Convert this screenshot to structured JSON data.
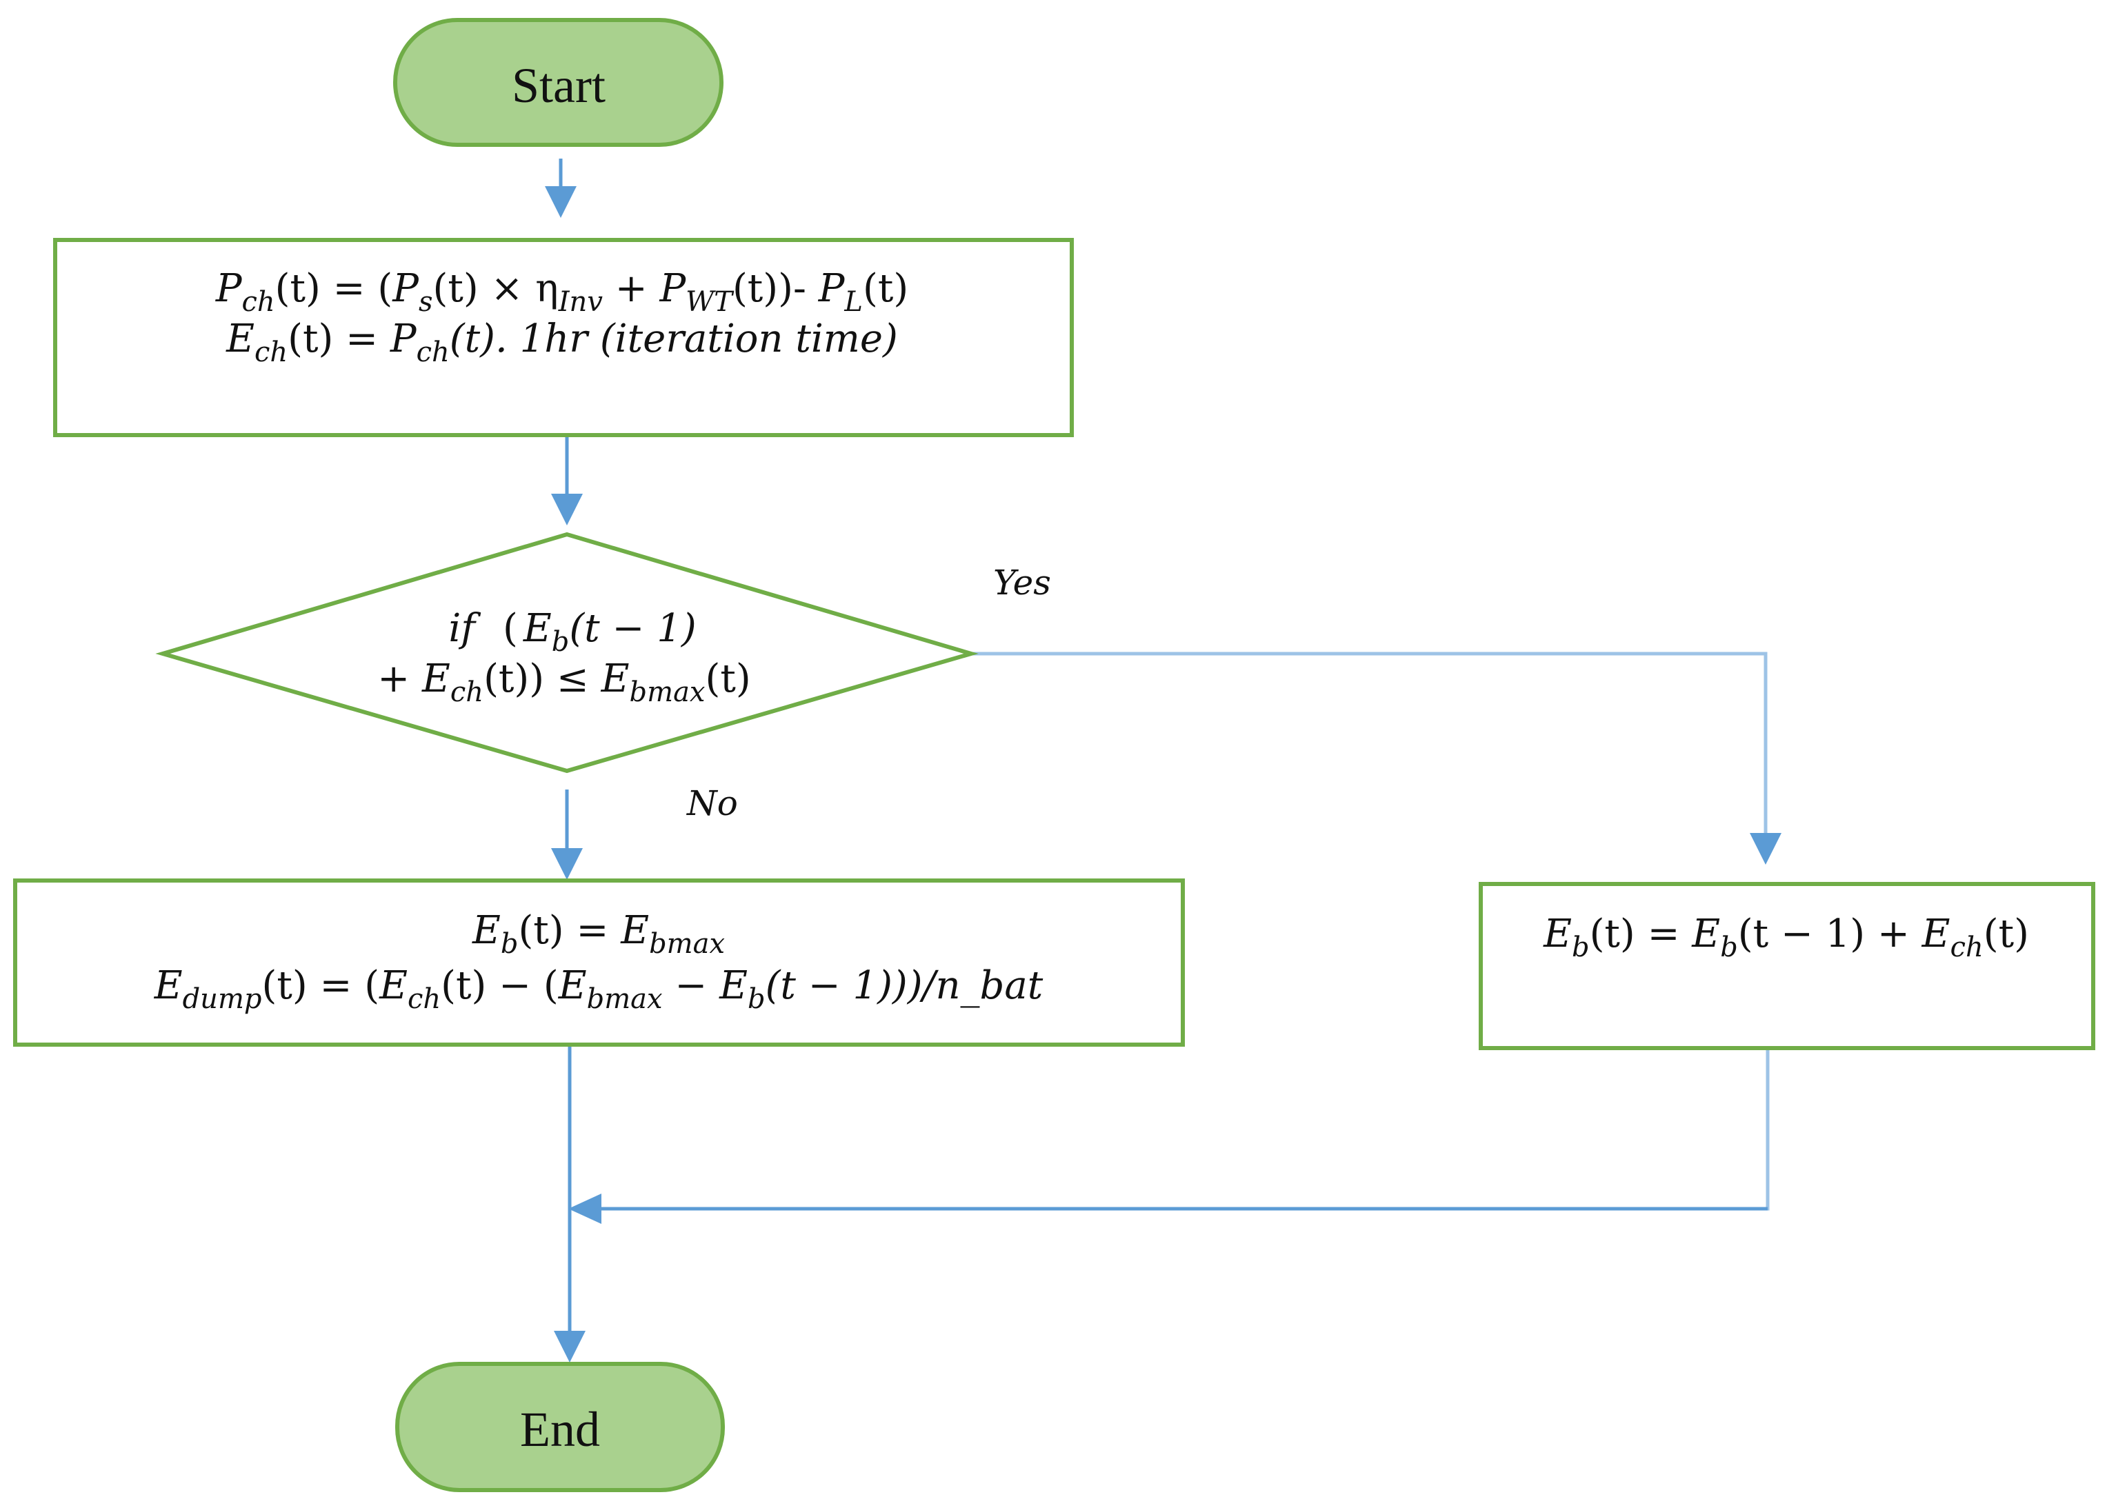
{
  "colors": {
    "terminal_fill": "#a9d18e",
    "box_stroke": "#70ad47",
    "arrow": "#5b9bd5",
    "text": "#111111"
  },
  "start": {
    "label": "Start"
  },
  "end": {
    "label": "End"
  },
  "process_charge": {
    "line1": {
      "p1": "P",
      "p1_sub": "ch",
      "p2": "(t) = (",
      "p3": "P",
      "p3_sub": "s",
      "p4": "(t) × η",
      "p4_sub": "Inv",
      "p5": " + ",
      "p6": "P",
      "p6_sub": "WT",
      "p7": "(t))- ",
      "p8": "P",
      "p8_sub": "L",
      "p9": "(t)"
    },
    "line2": {
      "p1": "E",
      "p1_sub": "ch",
      "p2": "(t) = ",
      "p3": "P",
      "p3_sub": "ch",
      "p4": "(t). 1hr (iteration time)"
    }
  },
  "decision": {
    "line1": {
      "p1": "if",
      "p2": "(",
      "p3": "E",
      "p3_sub": "b",
      "p4": "(t − 1)"
    },
    "line2": {
      "p1": "+ ",
      "p2": "E",
      "p2_sub": "ch",
      "p3": "(t)) ≤ ",
      "p4": "E",
      "p4_sub": "bmax",
      "p5": "(t)"
    }
  },
  "branch_yes": {
    "label": "Yes"
  },
  "branch_no": {
    "label": "No"
  },
  "process_dump": {
    "line1": {
      "p1": "E",
      "p1_sub": "b",
      "p2": "(t) = ",
      "p3": "E",
      "p3_sub": "bmax"
    },
    "line2": {
      "p1": "E",
      "p1_sub": "dump",
      "p2": "(t) = (",
      "p3": "E",
      "p3_sub": "ch",
      "p4": "(t) − (",
      "p5": "E",
      "p5_sub": "bmax",
      "p6": " − ",
      "p7": "E",
      "p7_sub": "b",
      "p8": "(t − 1)))/n_bat"
    }
  },
  "process_store": {
    "line1": {
      "p1": "E",
      "p1_sub": "b",
      "p2": "(t) = ",
      "p3": "E",
      "p3_sub": "b",
      "p4": "(t − 1) + ",
      "p5": "E",
      "p5_sub": "ch",
      "p6": "(t)"
    }
  }
}
